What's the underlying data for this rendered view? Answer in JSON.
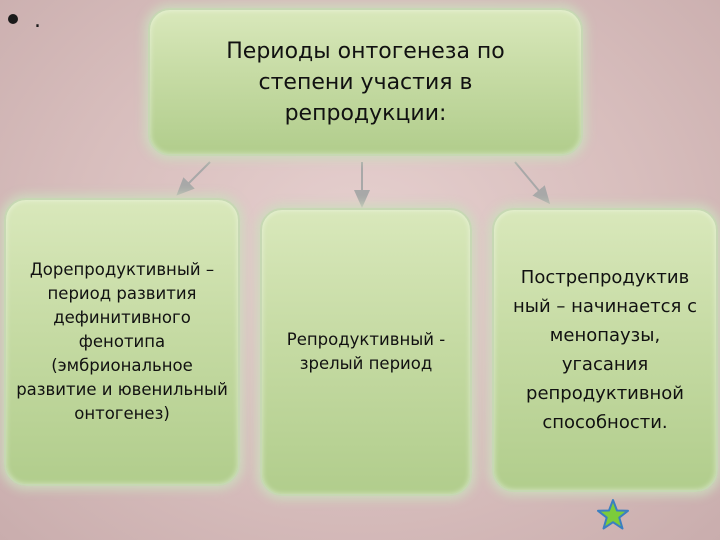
{
  "bullet": {
    "text": "."
  },
  "diagram": {
    "root": {
      "text": "Периоды онтогенеза по степени участия в репродукции:"
    },
    "children": [
      {
        "text": "Дорепродуктивный – период развития дефинитивного фенотипа (эмбриональное развитие и ювенильный онтогенез)"
      },
      {
        "text": "Репродуктивный - зрелый период"
      },
      {
        "text": "Пострепродуктив ный – начинается с менопаузы, угасания репродуктивной способности."
      }
    ]
  },
  "colors": {
    "box_fill": "#c6dba4",
    "background": "#dcc4c4",
    "connector": "#a8a8a8",
    "star_fill": "#7ccc3a",
    "star_stroke": "#3a7fc1"
  },
  "icons": {
    "star": "star-icon"
  }
}
